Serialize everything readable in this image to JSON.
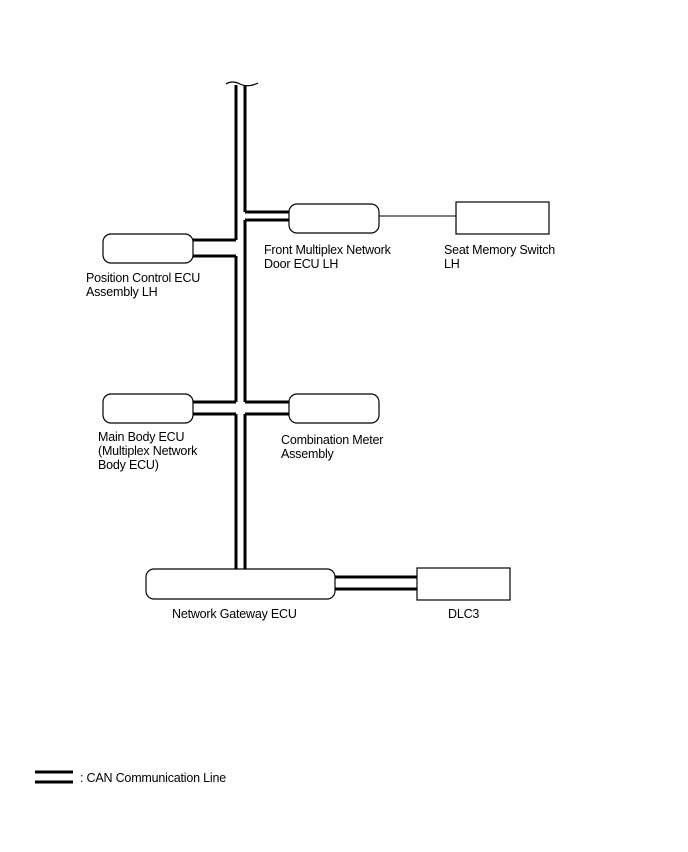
{
  "nodes": {
    "front_door_ecu": {
      "lines": [
        "Front Multiplex Network",
        "Door ECU LH"
      ]
    },
    "seat_memory_switch": {
      "lines": [
        "Seat Memory Switch",
        "LH"
      ]
    },
    "position_control_ecu": {
      "lines": [
        "Position Control ECU",
        "Assembly LH"
      ]
    },
    "main_body_ecu": {
      "lines": [
        "Main Body ECU",
        "(Multiplex Network",
        "Body ECU)"
      ]
    },
    "combination_meter": {
      "lines": [
        "Combination Meter",
        "Assembly"
      ]
    },
    "network_gateway_ecu": {
      "lines": [
        "Network Gateway ECU"
      ]
    },
    "dlc3": {
      "lines": [
        "DLC3"
      ]
    }
  },
  "legend": {
    "label": ": CAN Communication Line"
  }
}
